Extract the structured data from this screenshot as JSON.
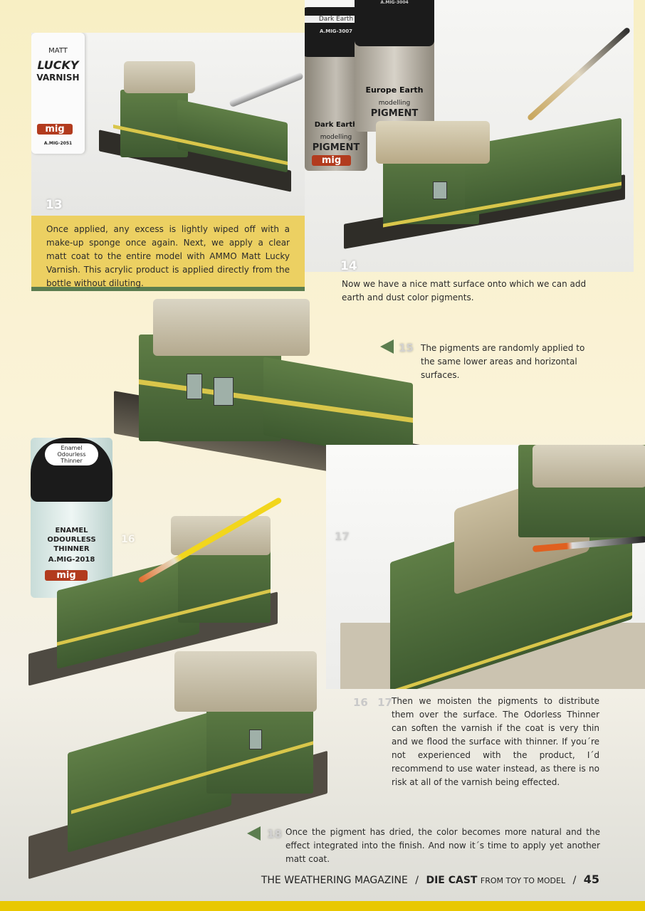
{
  "steps": {
    "s13": {
      "number": "13",
      "text": "Once applied, any excess is lightly wiped off with a make-up sponge once again. Next, we apply a clear matt coat to the entire model with AMMO Matt Lucky Varnish. This acrylic product is applied directly from the bottle without diluting."
    },
    "s14": {
      "number": "14",
      "text": "Now we have a nice matt surface onto which  we can add earth and dust color pigments."
    },
    "s15": {
      "number": "15",
      "text": "The pigments are randomly applied to the same lower areas and horizontal surfaces."
    },
    "s16": {
      "number": "16"
    },
    "s17": {
      "number": "17"
    },
    "s1617": {
      "numbers": [
        "16",
        "17"
      ],
      "text": "Then we moisten the pigments to distribute them over the surface. The Odorless Thinner can soften the varnish if the coat is very thin and we flood the surface with thinner. If you´re not experienced with the product, I´d recommend to use water instead, as there is no risk at all of the varnish being effected."
    },
    "s18": {
      "number": "18",
      "text": "Once the pigment has dried, the color becomes more natural and the effect integrated into the finish. And now it´s time to apply yet another matt coat."
    }
  },
  "products": {
    "varnish": {
      "line1": "MATT",
      "line2": "LUCKY",
      "line3": "VARNISH",
      "brand": "mig",
      "code": "A.MIG-2051"
    },
    "dark_earth": {
      "name": "Dark Earth",
      "code": "A.MIG-3007",
      "type1": "modelling",
      "type2": "PIGMENT",
      "brand": "mig"
    },
    "europe_earth": {
      "name": "Europe Earth",
      "code": "A.MIG-3004",
      "type1": "modelling",
      "type2": "PIGMENT"
    },
    "thinner": {
      "cap": "Enamel Odourless Thinner",
      "line1": "ENAMEL",
      "line2": "ODOURLESS",
      "line3": "THINNER",
      "code": "A.MIG-2018",
      "brand": "mig"
    }
  },
  "footer": {
    "magazine": "THE WEATHERING MAGAZINE",
    "sep": "/",
    "section_bold": "DIE CAST",
    "section_rest": "FROM TOY TO MODEL",
    "page": "45"
  },
  "colors": {
    "caption_box": "#ecd062",
    "accent_green": "#5b7d4f",
    "bottom_bar": "#e9c800"
  }
}
